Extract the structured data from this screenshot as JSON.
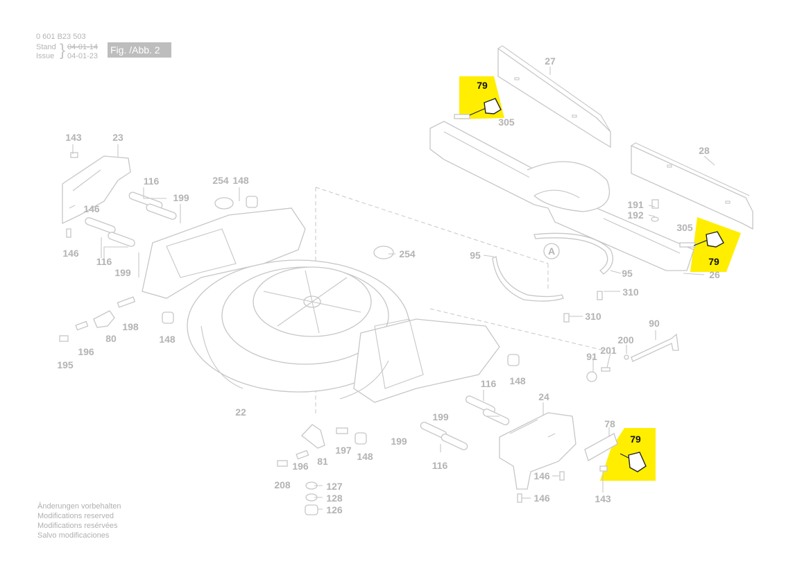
{
  "header": {
    "doc_number": "0 601 B23 503",
    "stand_label": "Stand",
    "issue_label": "Issue",
    "date_old": "04-01-14",
    "date_new": "04-01-23",
    "figure": "Fig. /Abb. 2"
  },
  "notes": [
    "Änderungen vorbehalten",
    "Modifications reserved",
    "Modifications resérvées",
    "Salvo modificaciones"
  ],
  "callout_circle": "A",
  "highlight_color": "#ffee00",
  "labels": {
    "p79_top": "79",
    "p305_top": "305",
    "p27": "27",
    "p28": "28",
    "p191": "191",
    "p192": "192",
    "p305_right": "305",
    "p79_right": "79",
    "p26": "26",
    "p143_top": "143",
    "p23": "23",
    "p116_top": "116",
    "p199_top": "199",
    "p146_upper": "146",
    "p146_left": "146",
    "p116_left": "116",
    "p199_left": "199",
    "p254_top": "254",
    "p148_top": "148",
    "p254_mid": "254",
    "p95_left": "95",
    "p95_right": "95",
    "p310_a": "310",
    "p310_b": "310",
    "p198": "198",
    "p80": "80",
    "p196_left": "196",
    "p195": "195",
    "p148_left": "148",
    "p22": "22",
    "p90": "90",
    "p200": "200",
    "p201": "201",
    "p91": "91",
    "p148_right": "148",
    "p116_right": "116",
    "p199_mid": "199",
    "p199_low": "199",
    "p116_low": "116",
    "p24": "24",
    "p78": "78",
    "p79_bottom": "79",
    "p146_r1": "146",
    "p146_r2": "146",
    "p143_bottom": "143",
    "p197": "197",
    "p148_low": "148",
    "p81": "81",
    "p196_low": "196",
    "p208": "208",
    "p127": "127",
    "p128": "128",
    "p126": "126"
  }
}
